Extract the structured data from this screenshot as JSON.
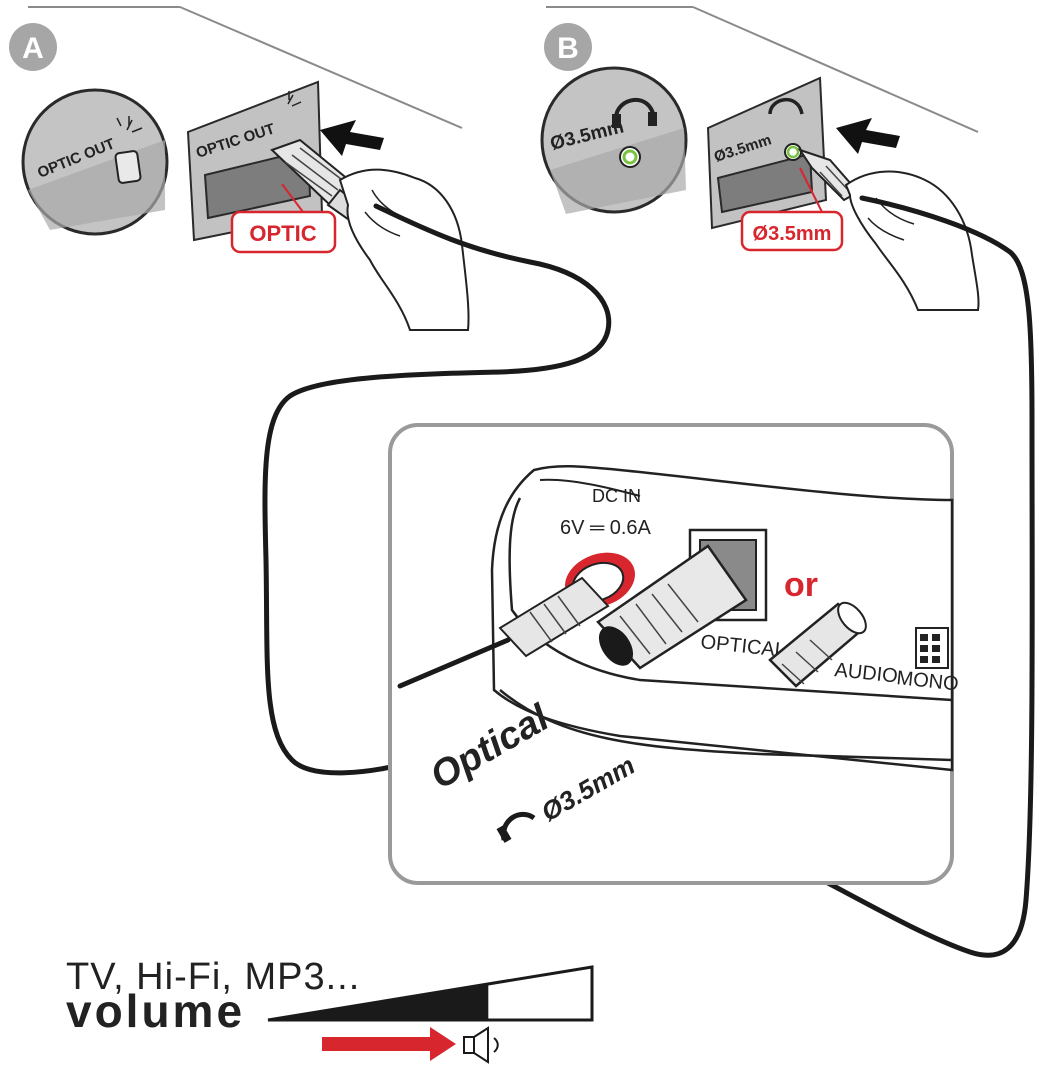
{
  "steps": [
    {
      "badge": "A",
      "port_label": "OPTIC OUT",
      "cable_tag": "OPTIC"
    },
    {
      "badge": "B",
      "port_label": "Ø3.5mm",
      "cable_tag": "Ø3.5mm"
    }
  ],
  "device": {
    "dc_in": "DC IN",
    "power_rating": "6V ═ 0.6A",
    "optical_port": "OPTICAL",
    "audio_port": "AUDIO",
    "mono_port": "MONO",
    "or_text": "or",
    "optical_cable_label": "Optical",
    "jack_cable_label": "Ø3.5mm"
  },
  "volume": {
    "sources": "TV, Hi-Fi, MP3...",
    "label": "volume",
    "level_fraction": 0.68
  },
  "colors": {
    "accent_red": "#d7262e",
    "panel_gray": "#b9b9b9",
    "cable_black": "#1a1a1a",
    "jack_green": "#7bc243"
  }
}
